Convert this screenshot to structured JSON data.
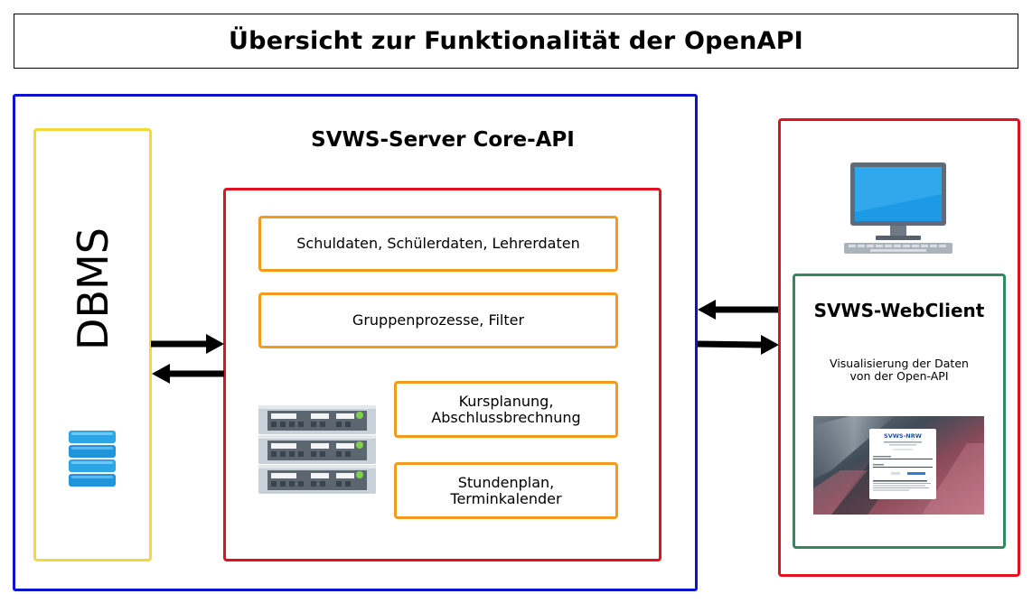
{
  "title": "Übersicht zur Funktionalität der OpenAPI",
  "dbms": {
    "label": "DBMS",
    "icon": "database-icon"
  },
  "core": {
    "title": "SVWS-Server Core-API",
    "modules": {
      "m1": {
        "line1": "Schuldaten, Schülerdaten, Lehrerdaten"
      },
      "m2": {
        "line1": "Gruppenprozesse, Filter"
      },
      "m3": {
        "line1": "Kursplanung,",
        "line2": "Abschlussbrechnung"
      },
      "m4": {
        "line1": "Stundenplan,",
        "line2": "Terminkalender"
      }
    },
    "icon": "server-rack-icon"
  },
  "client": {
    "title": "SVWS-WebClient",
    "desc_line1": "Visualisierung der Daten",
    "desc_line2": "von der Open-API",
    "monitor_icon": "computer-monitor-icon",
    "screenshot": {
      "app_title": "SVWS-NRW"
    }
  },
  "colors": {
    "server_border": "#0a14d0",
    "dbms_border": "#f2d93a",
    "core_border": "#e0121f",
    "module_border": "#f29b1c",
    "client_outer_border": "#e0121f",
    "client_inner_border": "#2e8b60",
    "arrow": "#000000"
  }
}
